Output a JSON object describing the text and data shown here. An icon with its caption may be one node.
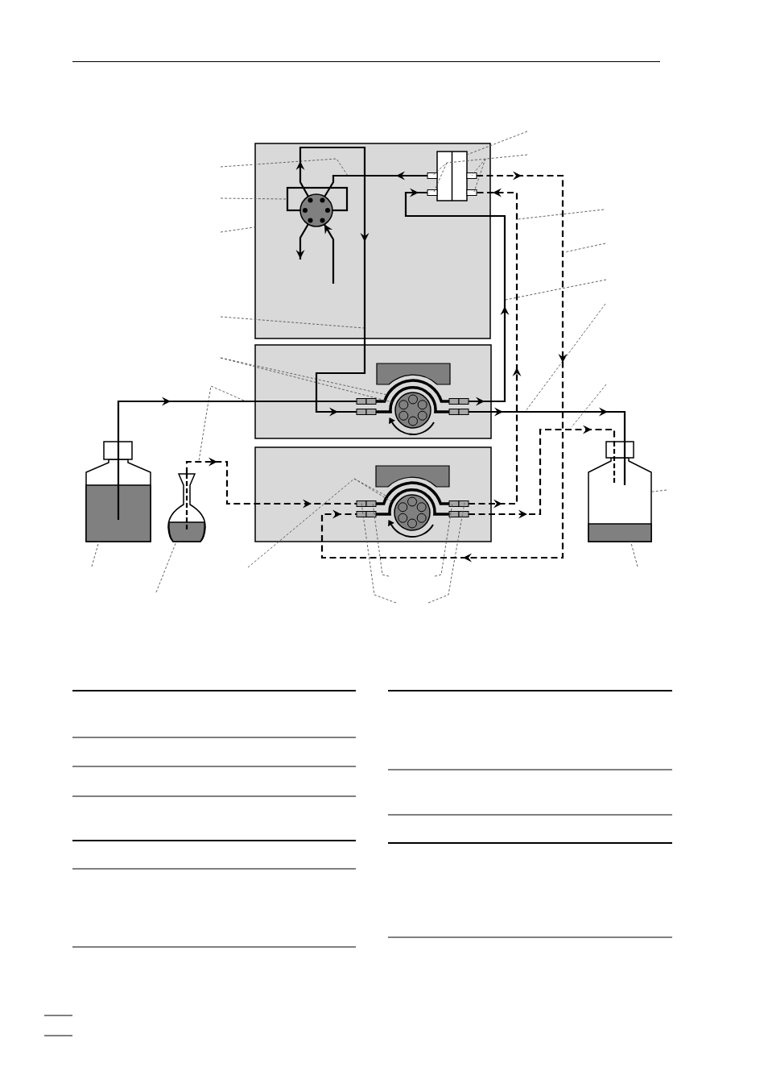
{
  "diagram": {
    "nodes": [
      {
        "text": [],
        "shape": "box"
      },
      {
        "text": [],
        "shape": "box",
        "in": 0
      },
      {
        "text": [],
        "shape": "circle",
        "in": 0
      },
      {
        "text": [],
        "shape": "box",
        "in": 0
      },
      {
        "text": [],
        "shape": "box"
      },
      {
        "text": [],
        "shape": "pump",
        "in": 4
      },
      {
        "text": [],
        "shape": "bottle"
      },
      {
        "text": [],
        "shape": "liquid",
        "in": 6
      },
      {
        "text": [],
        "shape": "flask"
      },
      {
        "text": [],
        "shape": "liquid",
        "in": 8
      },
      {
        "text": [],
        "shape": "box"
      },
      {
        "text": [],
        "shape": "pump",
        "in": 10
      },
      {
        "text": [],
        "shape": "bottle"
      },
      {
        "text": [],
        "shape": "liquid",
        "in": 12
      }
    ],
    "edges": [
      {
        "from": 6,
        "to": 5,
        "arrow": "to"
      },
      {
        "from": 5,
        "to": 3,
        "arrow": "to"
      },
      {
        "from": 3,
        "to": 2,
        "arrow": "to"
      },
      {
        "from": 2,
        "to": 5,
        "arrow": "to"
      },
      {
        "from": 2,
        "to": null,
        "arrow": "to"
      },
      {
        "from": null,
        "to": 2,
        "arrow": "to"
      },
      {
        "from": 5,
        "to": 12,
        "arrow": "to"
      },
      {
        "from": 8,
        "to": 11,
        "arrow": "to",
        "style": "dashed"
      },
      {
        "from": 11,
        "to": 3,
        "arrow": "to",
        "style": "dashed"
      },
      {
        "from": 3,
        "to": 11,
        "arrow": "to",
        "style": "dashed"
      },
      {
        "from": 11,
        "to": 12,
        "arrow": "to",
        "style": "dashed"
      },
      {
        "from": null,
        "to": 1,
        "arrow": "none",
        "style": "dashed",
        "color": "#555555"
      },
      {
        "from": null,
        "to": 0,
        "arrow": "none",
        "style": "dashed",
        "color": "#555555"
      },
      {
        "from": null,
        "to": 5,
        "arrow": "none",
        "style": "dashed",
        "color": "#555555"
      },
      {
        "from": null,
        "to": 11,
        "arrow": "none",
        "style": "dashed",
        "color": "#555555"
      },
      {
        "from": null,
        "to": 7,
        "arrow": "none",
        "style": "dashed",
        "color": "#555555"
      },
      {
        "from": null,
        "to": 9,
        "arrow": "none",
        "style": "dashed",
        "color": "#555555"
      },
      {
        "from": null,
        "to": 11,
        "arrow": "none",
        "style": "dashed",
        "color": "#555555"
      },
      {
        "from": null,
        "to": 11,
        "arrow": "none",
        "style": "dashed",
        "color": "#555555"
      },
      {
        "from": null,
        "to": 3,
        "arrow": "none",
        "style": "dashed",
        "color": "#555555"
      },
      {
        "from": null,
        "to": 3,
        "arrow": "none",
        "style": "dashed",
        "color": "#555555"
      },
      {
        "from": null,
        "to": 12,
        "arrow": "none",
        "style": "dashed",
        "color": "#555555"
      },
      {
        "from": null,
        "to": 13,
        "arrow": "none",
        "style": "dashed",
        "color": "#555555"
      }
    ]
  }
}
